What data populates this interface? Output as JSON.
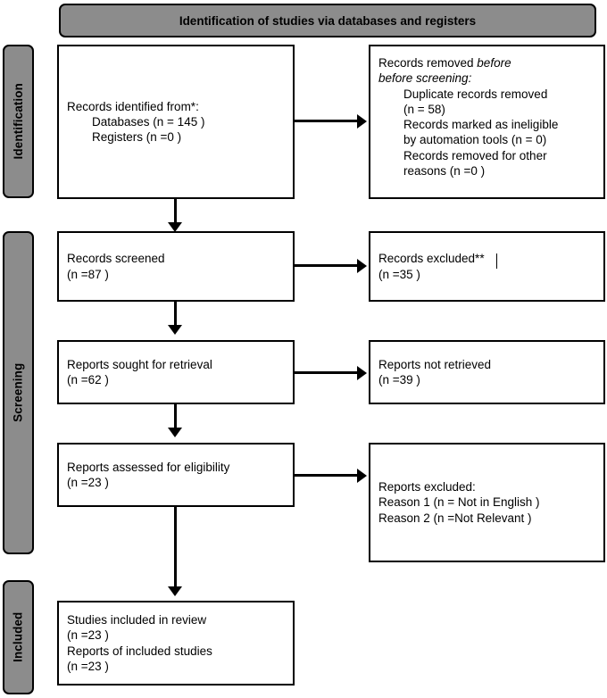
{
  "diagram": {
    "type": "prisma-flow-diagram",
    "banner": {
      "label": "Identification of studies via databases and registers"
    },
    "phases": [
      {
        "key": "identification",
        "label": "Identification"
      },
      {
        "key": "screening",
        "label": "Screening"
      },
      {
        "key": "included",
        "label": "Included"
      }
    ],
    "boxes": {
      "records_identified": {
        "lines": [
          "Records identified from*:",
          "Databases (n = 145 )",
          "Registers (n =0 )"
        ]
      },
      "records_removed": {
        "lines": [
          "Records removed ",
          "before screening:",
          "Duplicate records removed",
          "(n = 58)",
          "Records marked as ineligible",
          "by automation tools (n = 0)",
          "Records removed for other",
          "reasons (n =0 )"
        ]
      },
      "records_screened": {
        "lines": [
          "Records screened",
          "(n =87 )"
        ]
      },
      "records_excluded": {
        "lines": [
          "Records excluded**",
          "(n =35 )"
        ]
      },
      "reports_sought": {
        "lines": [
          "Reports sought for retrieval",
          "(n =62 )"
        ]
      },
      "reports_not_retrieved": {
        "lines": [
          "Reports not retrieved",
          "(n =39 )"
        ]
      },
      "reports_assessed": {
        "lines": [
          "Reports assessed for eligibility",
          "(n =23 )"
        ]
      },
      "reports_excluded": {
        "lines": [
          "Reports excluded:",
          "Reason 1 (n = Not in English )",
          "Reason 2 (n =Not Relevant )"
        ]
      },
      "studies_included": {
        "lines": [
          "Studies included in review",
          "(n =23 )",
          "Reports of included studies",
          "(n =23 )"
        ]
      }
    },
    "colors": {
      "phase_fill": "#8c8c8c",
      "banner_fill": "#8c8c8c",
      "box_fill": "#ffffff",
      "stroke": "#000000",
      "text": "#000000"
    },
    "chart_data": {
      "type": "flowchart",
      "title": "Identification of studies via databases and registers",
      "nodes": [
        {
          "id": "records_identified",
          "phase": "Identification",
          "label": "Records identified from*",
          "counts": {
            "Databases": 145,
            "Registers": 0
          }
        },
        {
          "id": "records_removed",
          "phase": "Identification",
          "label": "Records removed before screening",
          "counts": {
            "Duplicate records removed": 58,
            "Records marked as ineligible by automation tools": 0,
            "Records removed for other reasons": 0
          }
        },
        {
          "id": "records_screened",
          "phase": "Screening",
          "label": "Records screened",
          "n": 87
        },
        {
          "id": "records_excluded",
          "phase": "Screening",
          "label": "Records excluded**",
          "n": 35
        },
        {
          "id": "reports_sought",
          "phase": "Screening",
          "label": "Reports sought for retrieval",
          "n": 62
        },
        {
          "id": "reports_not_retrieved",
          "phase": "Screening",
          "label": "Reports not retrieved",
          "n": 39
        },
        {
          "id": "reports_assessed",
          "phase": "Screening",
          "label": "Reports assessed for eligibility",
          "n": 23
        },
        {
          "id": "reports_excluded",
          "phase": "Screening",
          "label": "Reports excluded",
          "reasons": [
            "Reason 1 (n = Not in English )",
            "Reason 2 (n =Not Relevant )"
          ]
        },
        {
          "id": "studies_included",
          "phase": "Included",
          "label": "Studies included in review",
          "n": 23,
          "reports_of_included_studies": 23
        }
      ],
      "edges": [
        {
          "from": "records_identified",
          "to": "records_removed",
          "direction": "right"
        },
        {
          "from": "records_identified",
          "to": "records_screened",
          "direction": "down"
        },
        {
          "from": "records_screened",
          "to": "records_excluded",
          "direction": "right"
        },
        {
          "from": "records_screened",
          "to": "reports_sought",
          "direction": "down"
        },
        {
          "from": "reports_sought",
          "to": "reports_not_retrieved",
          "direction": "right"
        },
        {
          "from": "reports_sought",
          "to": "reports_assessed",
          "direction": "down"
        },
        {
          "from": "reports_assessed",
          "to": "reports_excluded",
          "direction": "right"
        },
        {
          "from": "reports_assessed",
          "to": "studies_included",
          "direction": "down"
        }
      ]
    }
  }
}
